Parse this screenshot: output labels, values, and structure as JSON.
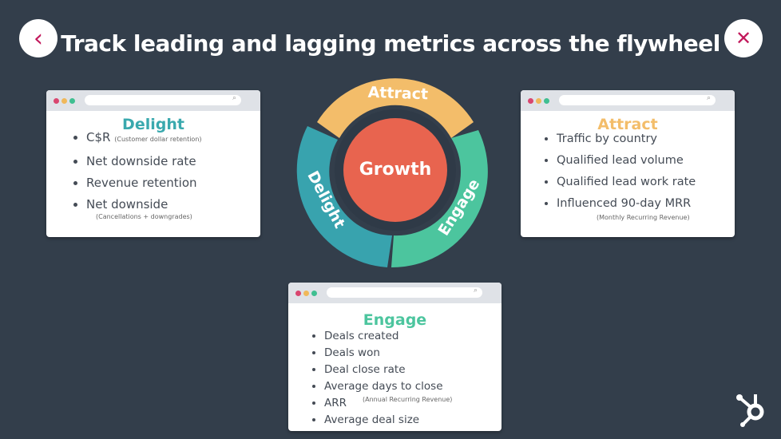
{
  "title": "Track leading and lagging metrics across the flywheel",
  "nav": {
    "back_icon": "‹",
    "close_icon": "✕"
  },
  "flywheel": {
    "center": "Growth",
    "segments": [
      "Attract",
      "Engage",
      "Delight"
    ],
    "colors": {
      "attract": "#f3bd6a",
      "engage": "#4cc59e",
      "delight": "#38a3ae",
      "growth": "#e8644f"
    }
  },
  "delight": {
    "title": "Delight",
    "items": [
      "C$R",
      "Net downside rate",
      "Revenue retention",
      "Net downside"
    ],
    "note_csr": "(Customer dollar retention)",
    "note_nd": "(Cancellations + downgrades)"
  },
  "attract": {
    "title": "Attract",
    "items": [
      "Traffic by country",
      "Qualified lead volume",
      "Qualified lead work rate",
      "Influenced 90-day MRR"
    ],
    "note_mrr": "(Monthly Recurring Revenue)"
  },
  "engage": {
    "title": "Engage",
    "items": [
      "Deals created",
      "Deals won",
      "Deal close rate",
      "Average days to close",
      "ARR",
      "Average deal size"
    ],
    "note_arr": "(Annual Recurring Revenue)"
  },
  "search_icon": "⌕"
}
